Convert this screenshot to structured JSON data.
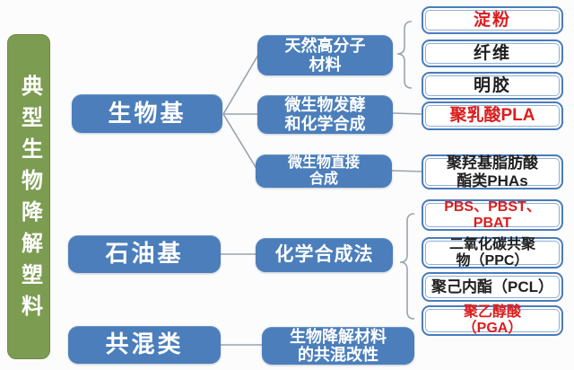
{
  "root": {
    "label": "典型生物降解塑料"
  },
  "level1": [
    {
      "label": "生物基"
    },
    {
      "label": "石油基"
    },
    {
      "label": "共混类"
    }
  ],
  "level2": [
    {
      "label": "天然高分子\n材料"
    },
    {
      "label": "微生物发酵\n和化学合成"
    },
    {
      "label": "微生物直接\n合成"
    },
    {
      "label": "化学合成法"
    },
    {
      "label": "生物降解材料\n的共混改性"
    }
  ],
  "level3": [
    {
      "label": "淀粉",
      "emphasis": true
    },
    {
      "label": "纤维",
      "emphasis": false
    },
    {
      "label": "明胶",
      "emphasis": false
    },
    {
      "label": "聚乳酸PLA",
      "emphasis": true
    },
    {
      "label": "聚羟基脂肪酸\n酯类PHAs",
      "emphasis": false
    },
    {
      "label": "PBS、PBST、\nPBAT",
      "emphasis": true
    },
    {
      "label": "二氧化碳共聚\n物（PPC）",
      "emphasis": false
    },
    {
      "label": "聚己内酯（PCL）",
      "emphasis": false
    },
    {
      "label": "聚乙醇酸\n（PGA）",
      "emphasis": true
    }
  ],
  "colors": {
    "root_green": "#7c9c52",
    "node_blue": "#4b7ebb",
    "leaf_border_blue": "#4a7cba",
    "emphasis_red": "#dd1c1c",
    "text_white": "#ffffff",
    "text_black": "#1f1f1f",
    "connector_gray": "#9aa3ad"
  }
}
